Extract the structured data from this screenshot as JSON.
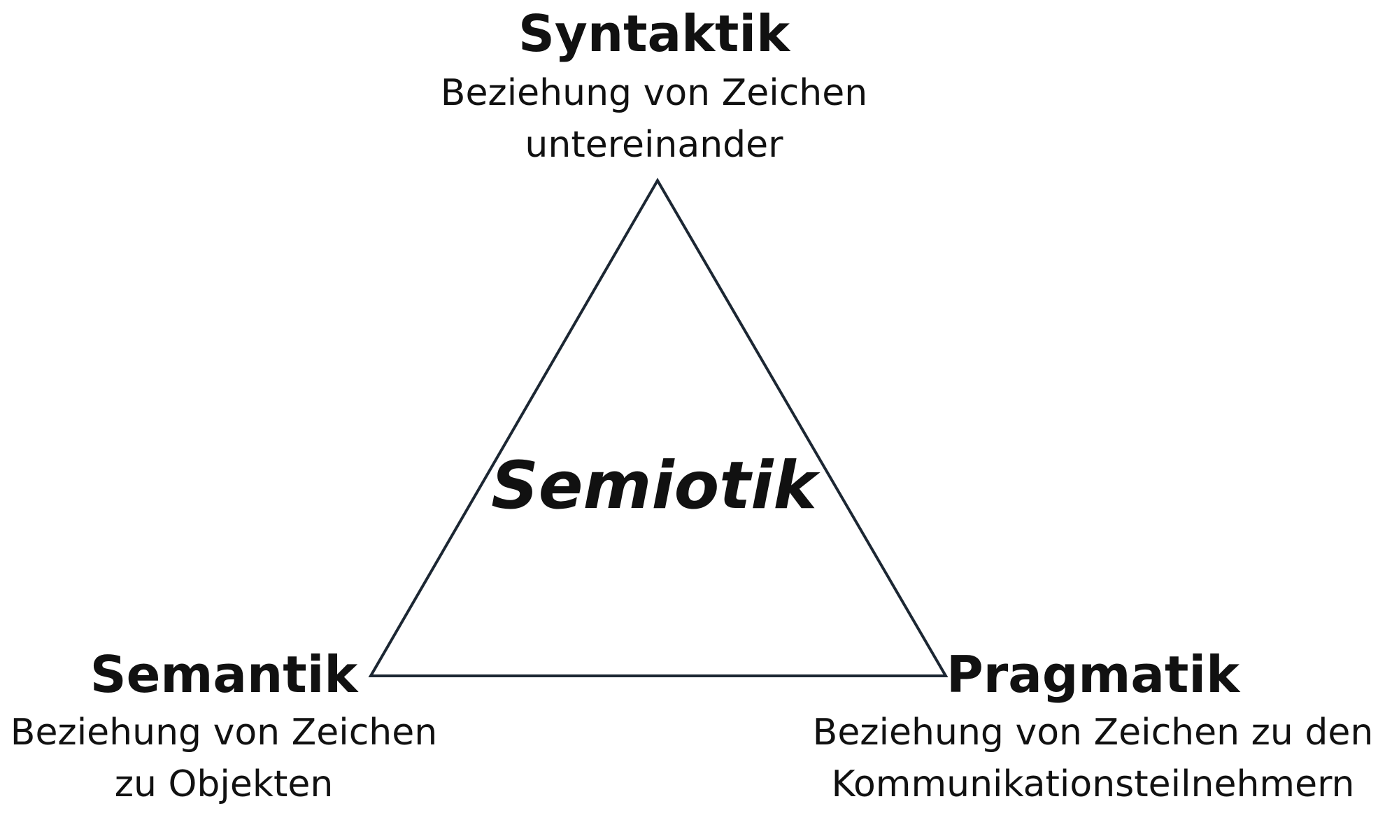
{
  "diagram": {
    "center_label": "Semiotik",
    "line_color": "#1c2733",
    "nodes": {
      "top": {
        "title": "Syntaktik",
        "description_lines": [
          "Beziehung von Zeichen",
          "untereinander"
        ]
      },
      "left": {
        "title": "Semantik",
        "description_lines": [
          "Beziehung von Zeichen",
          "zu Objekten"
        ]
      },
      "right": {
        "title": "Pragmatik",
        "description_lines": [
          "Beziehung von Zeichen zu den",
          "Kommunikationsteilnehmern"
        ]
      }
    }
  }
}
